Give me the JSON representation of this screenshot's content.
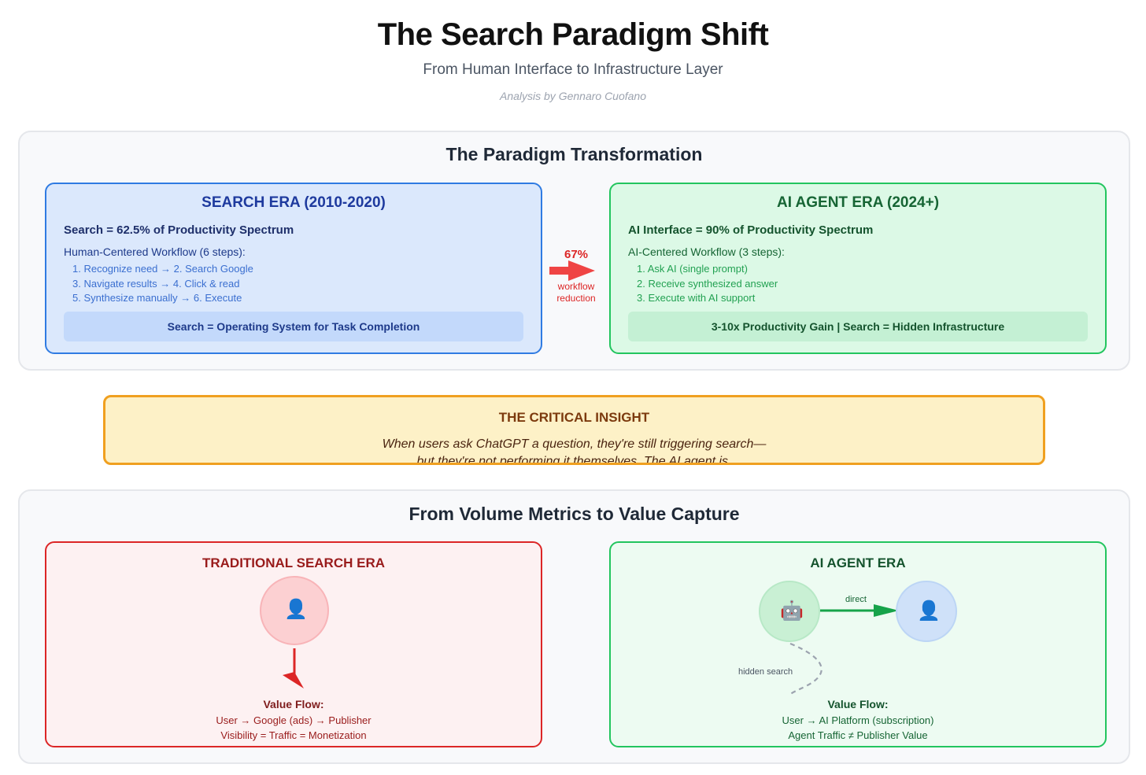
{
  "header": {
    "title": "The Search Paradigm Shift",
    "subtitle": "From Human Interface to Infrastructure Layer",
    "author": "Analysis by Gennaro Cuofano"
  },
  "transformation": {
    "title": "The Paradigm Transformation",
    "search_era": {
      "title": "SEARCH ERA (2010-2020)",
      "share": "Search = 62.5% of Productivity Spectrum",
      "workflow": "Human-Centered Workflow (6 steps):",
      "steps": [
        "1. Recognize need → 2. Search Google",
        "3. Navigate results → 4. Click & read",
        "5. Synthesize manually → 6. Execute"
      ],
      "tag": "Search = Operating System for Task Completion"
    },
    "reduction": {
      "percent": "67%",
      "label_line1": "workflow",
      "label_line2": "reduction"
    },
    "ai_era": {
      "title": "AI AGENT ERA (2024+)",
      "share": "AI Interface = 90% of Productivity Spectrum",
      "workflow": "AI-Centered Workflow (3 steps):",
      "steps": [
        "1. Ask AI (single prompt)",
        "2. Receive synthesized answer",
        "3. Execute with AI support"
      ],
      "tag": "3-10x Productivity Gain | Search = Hidden Infrastructure"
    }
  },
  "insight": {
    "title": "THE CRITICAL INSIGHT",
    "line1": "When users ask ChatGPT a question, they're still triggering search—",
    "line2": "but they're not performing it themselves. The AI agent is."
  },
  "value_capture": {
    "title": "From Volume Metrics to Value Capture",
    "traditional": {
      "title": "TRADITIONAL SEARCH ERA",
      "user_icon": "👤",
      "value_flow_title": "Value Flow:",
      "line1": "User → Google (ads) → Publisher",
      "line2": "Visibility = Traffic = Monetization"
    },
    "agent": {
      "title": "AI AGENT ERA",
      "robot_icon": "🤖",
      "user_icon": "👤",
      "direct_label": "direct",
      "hidden_label": "hidden search",
      "value_flow_title": "Value Flow:",
      "line1": "User → AI Platform (subscription)",
      "line2": "Agent Traffic ≠ Publisher Value"
    }
  },
  "colors": {
    "search_blue": "#2f7be2",
    "ai_green": "#22c55e",
    "traditional_red": "#dc2626",
    "insight_orange": "#f0a020"
  }
}
